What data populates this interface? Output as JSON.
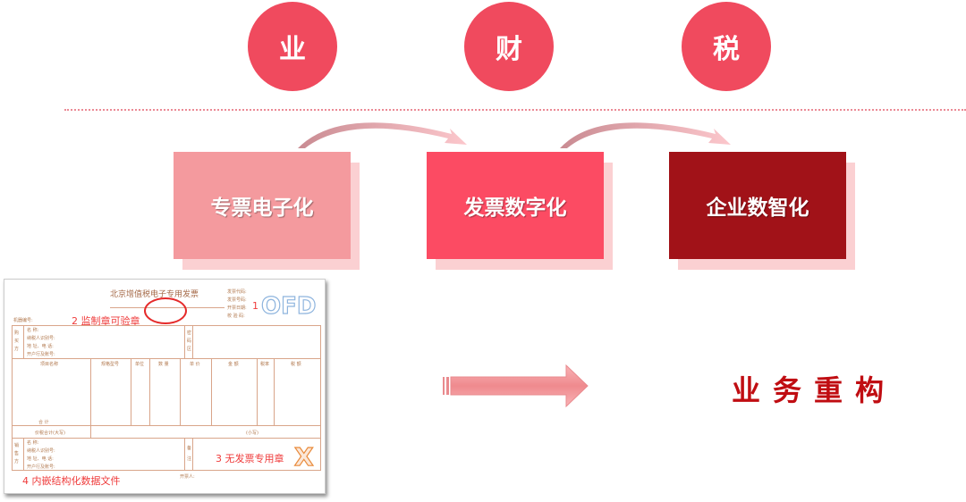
{
  "circles": [
    "业",
    "财",
    "税"
  ],
  "stages": [
    {
      "label": "专票电子化",
      "color": "#f49a9e"
    },
    {
      "label": "发票数字化",
      "color": "#fc4b63"
    },
    {
      "label": "企业数智化",
      "color": "#a11218"
    }
  ],
  "invoice": {
    "title": "北京增值税电子专用发票",
    "header_fields": [
      "发票代码:",
      "发票号码:",
      "开票日期:",
      "校 验 码:"
    ],
    "machine_no": "机器编号:",
    "buyer_side": "购买方",
    "party_fields": [
      "名    称:",
      "纳税人识别号:",
      "地 址、电 话:",
      "开户行及账号:"
    ],
    "password_area": "密码区",
    "columns": [
      "项目名称",
      "规格型号",
      "单位",
      "数 量",
      "单 价",
      "金 额",
      "税率",
      "税 额"
    ],
    "total": "合    计",
    "total_words": "价税合计(大写)",
    "total_small": "(小写)",
    "seller_side": "销售方",
    "remarks": "备注",
    "issuer": "开票人:",
    "ofd": "OFD",
    "annotations": [
      "1",
      "2 监制章可验章",
      "3 无发票专用章",
      "4 内嵌结构化数据文件"
    ],
    "x_mark": "X"
  },
  "result": "业务重构"
}
